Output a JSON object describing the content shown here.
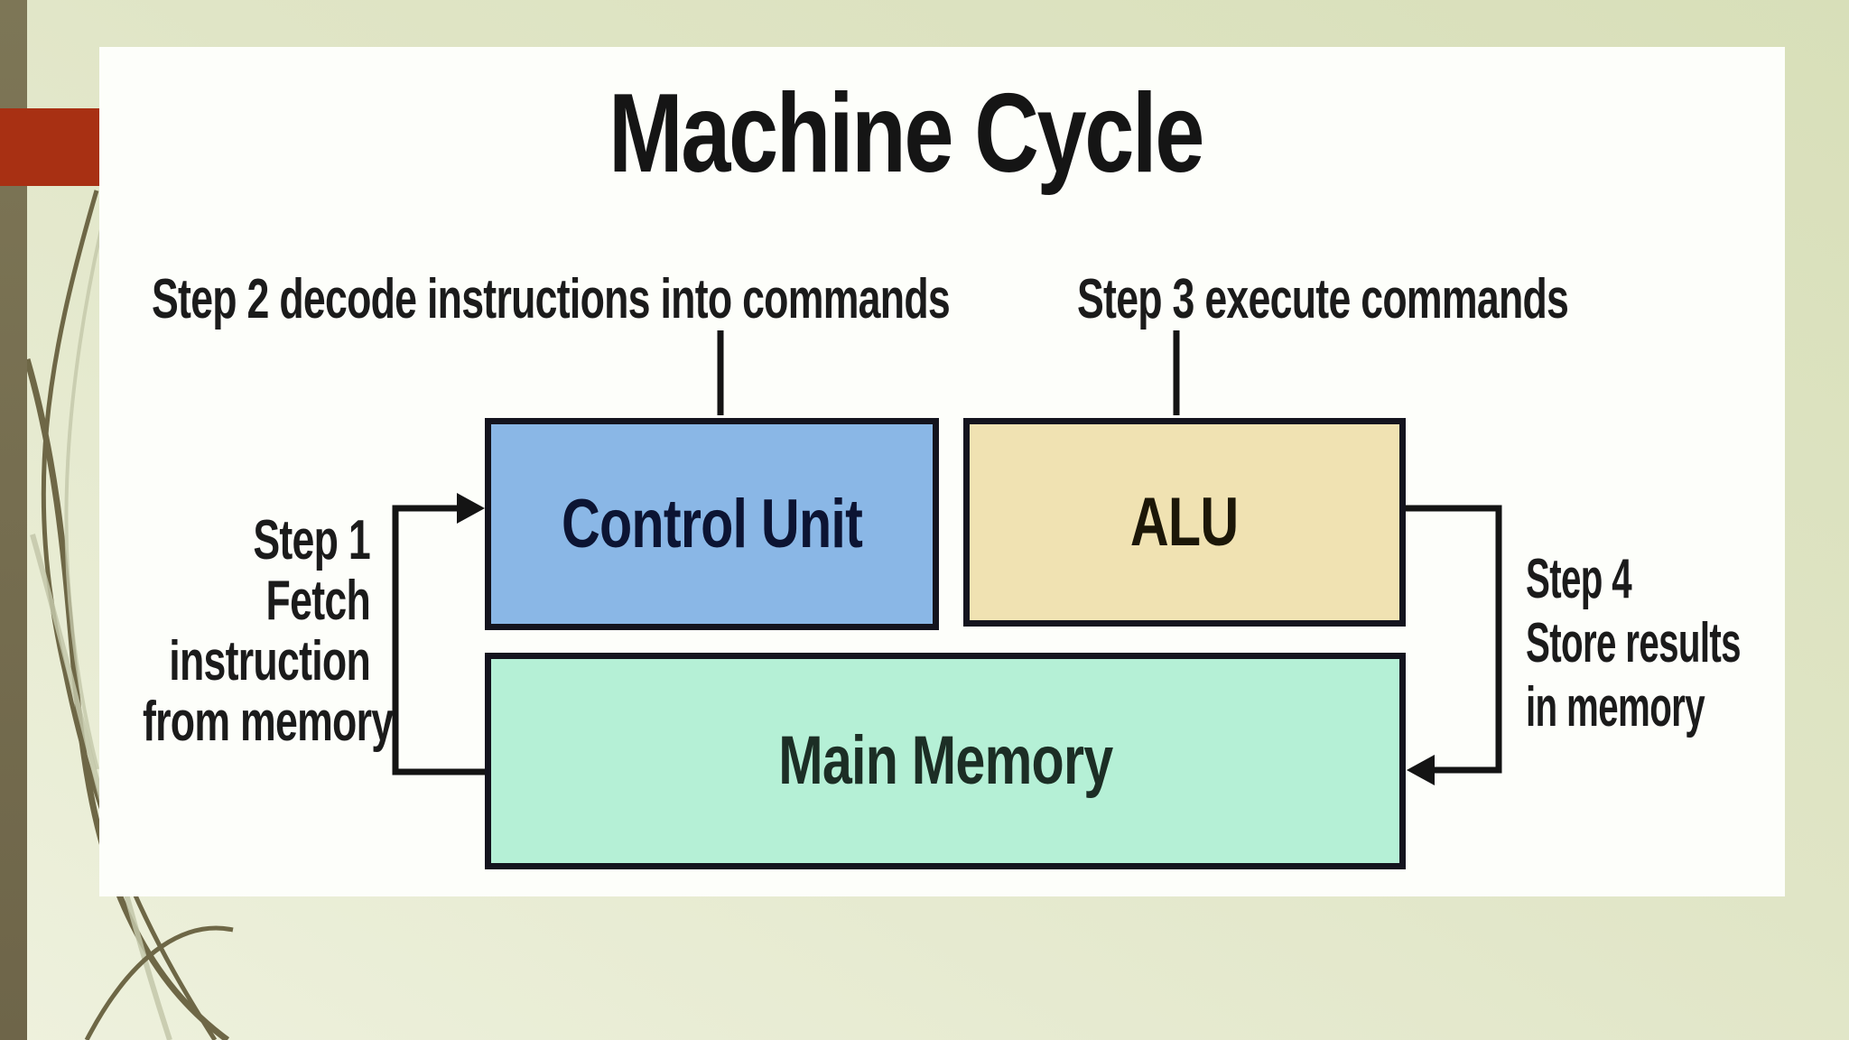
{
  "slide": {
    "title": "Machine Cycle"
  },
  "diagram": {
    "boxes": [
      {
        "id": "control-unit",
        "label": "Control Unit",
        "fill": "#8ab7e6"
      },
      {
        "id": "alu",
        "label": "ALU",
        "fill": "#f0e2b2"
      },
      {
        "id": "main-memory",
        "label": "Main Memory",
        "fill": "#b5f0d6"
      }
    ],
    "labels": {
      "step2": "Step 2 decode instructions into commands",
      "step3": "Step 3 execute commands",
      "step1_lines": [
        "Step 1",
        "Fetch",
        "instruction",
        "from memory"
      ],
      "step4_lines": [
        "Step 4",
        "Store results",
        "in memory"
      ]
    },
    "connections": [
      {
        "step": "Step 1",
        "from": "Main Memory",
        "to": "Control Unit",
        "arrowhead": "into Control Unit left side"
      },
      {
        "step": "Step 2",
        "from": "label",
        "to": "Control Unit",
        "arrowhead": "none"
      },
      {
        "step": "Step 3",
        "from": "label",
        "to": "ALU",
        "arrowhead": "none"
      },
      {
        "step": "Step 4",
        "from": "ALU",
        "to": "Main Memory",
        "arrowhead": "into Main Memory right side"
      }
    ]
  },
  "colors": {
    "background_top_right": "#d8dfb9",
    "background_bottom_left": "#eef1dd",
    "panel_white": "#fdfefa",
    "accent_red_block": "#a83013",
    "edge_stripe_olive": "#77704e",
    "curve_dark_olive": "#6e6746",
    "curve_light_gray": "#c3c7a9",
    "box_blue": "#8ab7e6",
    "box_tan": "#f0e2b2",
    "box_mint": "#b5f0d6",
    "line_black": "#141414",
    "title_text": "#151515"
  }
}
